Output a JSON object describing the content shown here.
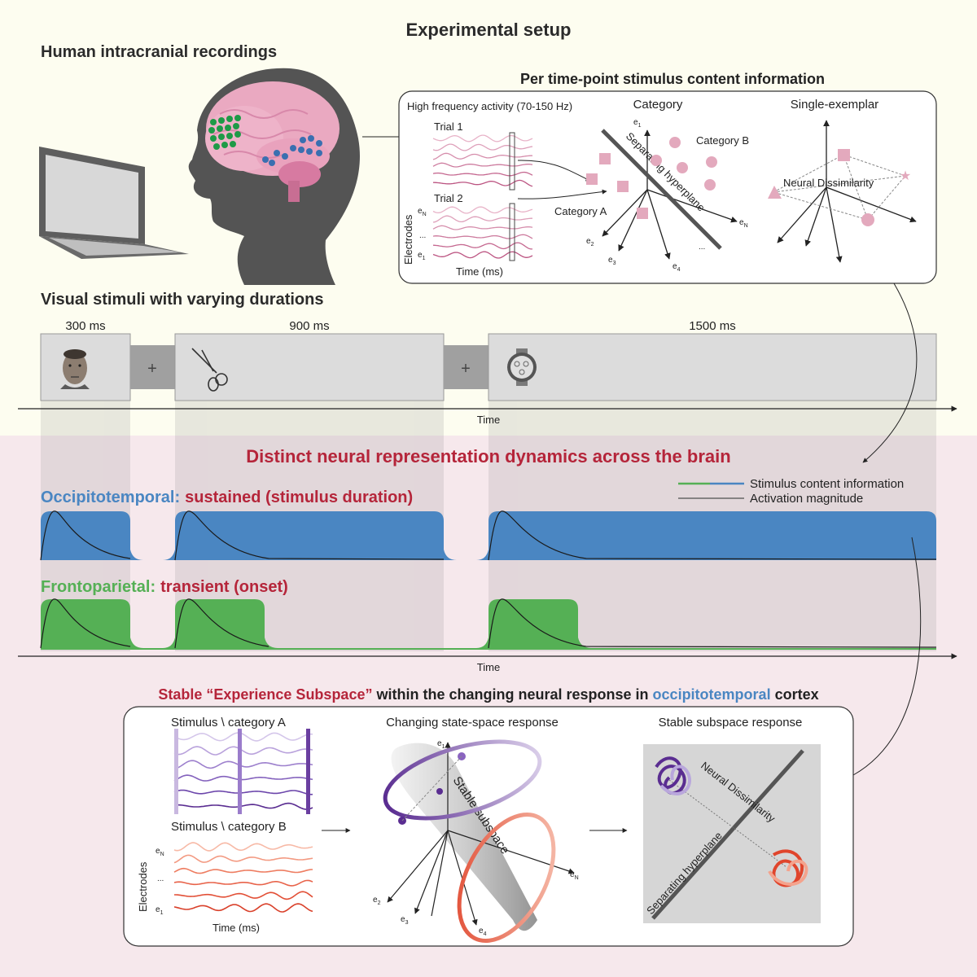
{
  "header": {
    "title": "Experimental setup",
    "recordings_title": "Human intracranial recordings"
  },
  "content_info": {
    "title": "Per time-point stimulus content information",
    "hfa_label": "High frequency activity (70-150 Hz)",
    "trial1": "Trial 1",
    "trial2": "Trial 2",
    "electrodes": "Electrodes",
    "time_ms": "Time (ms)",
    "category_title": "Category",
    "category_a": "Category A",
    "category_b": "Category B",
    "hyperplane": "Separating hyperplane",
    "single_title": "Single-exemplar",
    "neural_dissim": "Neural Dissimilarity",
    "axis_e1": "e",
    "axis_sub_1": "1",
    "axis_sub_2": "2",
    "axis_sub_3": "3",
    "axis_sub_4": "4",
    "axis_sub_N": "N",
    "ellipsis": "...",
    "colors": {
      "pink": "#e3a9bd",
      "wave": "#c2557f"
    }
  },
  "stimuli": {
    "title": "Visual stimuli with varying durations",
    "durations": [
      "300 ms",
      "900 ms",
      "1500 ms"
    ],
    "fixation": "+",
    "time_label": "Time",
    "images": [
      "face-image",
      "scissors-image",
      "watch-image"
    ]
  },
  "dynamics": {
    "title": "Distinct neural representation dynamics across the brain",
    "legend_content": "Stimulus content information",
    "legend_activation": "Activation magnitude",
    "occ_region": "Occipitotemporal:",
    "occ_desc": "sustained (stimulus duration)",
    "front_region": "Frontoparietal:",
    "front_desc": "transient (onset)",
    "time_label": "Time",
    "colors": {
      "blue": "#4a86c2",
      "green": "#55b055",
      "red": "#b5253a"
    }
  },
  "subspace": {
    "title_a": "Stable “Experience Subspace”",
    "title_b": "within the changing neural response in",
    "title_c": "occipitotemporal",
    "title_d": "cortex",
    "cat_a": "Stimulus \\ category A",
    "cat_b": "Stimulus \\ category B",
    "electrodes": "Electrodes",
    "time_ms": "Time (ms)",
    "changing_title": "Changing state-space response",
    "stable_title": "Stable subspace response",
    "stable_label": "Stable subspace",
    "hyperplane": "Separating hyperplane",
    "neural_dissim": "Neural Dissimilarity",
    "colors": {
      "purple": "#6a3fa0",
      "orange": "#e8553a"
    }
  }
}
